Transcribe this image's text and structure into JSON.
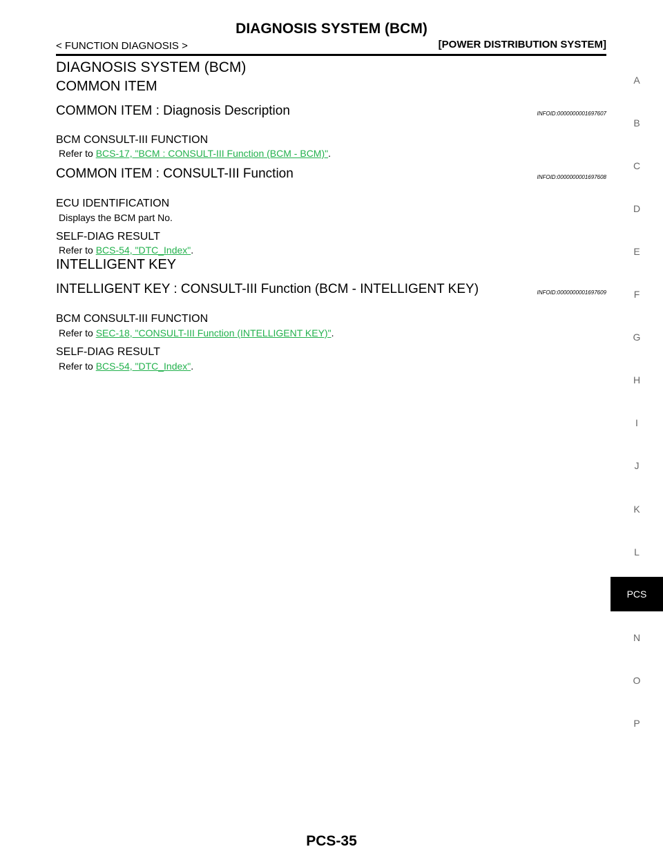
{
  "header": {
    "title": "DIAGNOSIS SYSTEM (BCM)",
    "breadcrumb": "< FUNCTION DIAGNOSIS >",
    "system": "[POWER DISTRIBUTION SYSTEM]"
  },
  "main": {
    "title": "DIAGNOSIS SYSTEM (BCM)",
    "common": {
      "heading": "COMMON ITEM",
      "diag": {
        "heading": "COMMON ITEM : Diagnosis Description",
        "infoid": "INFOID:0000000001697607",
        "func_heading": "BCM CONSULT-III FUNCTION",
        "refer": "Refer to ",
        "link": "BCS-17, \"BCM : CONSULT-III Function (BCM - BCM)\"",
        "period": "."
      },
      "consult": {
        "heading": "COMMON ITEM : CONSULT-III Function",
        "infoid": "INFOID:0000000001697608",
        "ecu_heading": "ECU IDENTIFICATION",
        "ecu_text": "Displays the BCM part No.",
        "self_heading": "SELF-DIAG RESULT",
        "refer": "Refer to ",
        "link": "BCS-54, \"DTC_Index\"",
        "period": "."
      }
    },
    "ikey": {
      "heading": "INTELLIGENT KEY",
      "consult": {
        "heading": "INTELLIGENT KEY : CONSULT-III Function (BCM - INTELLIGENT KEY)",
        "infoid": "INFOID:0000000001697609",
        "func_heading": "BCM CONSULT-III FUNCTION",
        "refer1": "Refer to ",
        "link1": "SEC-18, \"CONSULT-III Function (INTELLIGENT KEY)\"",
        "period1": ".",
        "self_heading": "SELF-DIAG RESULT",
        "refer2": "Refer to ",
        "link2": "BCS-54, \"DTC_Index\"",
        "period2": "."
      }
    }
  },
  "sidebar": {
    "tabs": [
      "A",
      "B",
      "C",
      "D",
      "E",
      "F",
      "G",
      "H",
      "I",
      "J",
      "K",
      "L",
      "N",
      "O",
      "P"
    ],
    "active": "PCS"
  },
  "footer": {
    "page": "PCS-35"
  }
}
